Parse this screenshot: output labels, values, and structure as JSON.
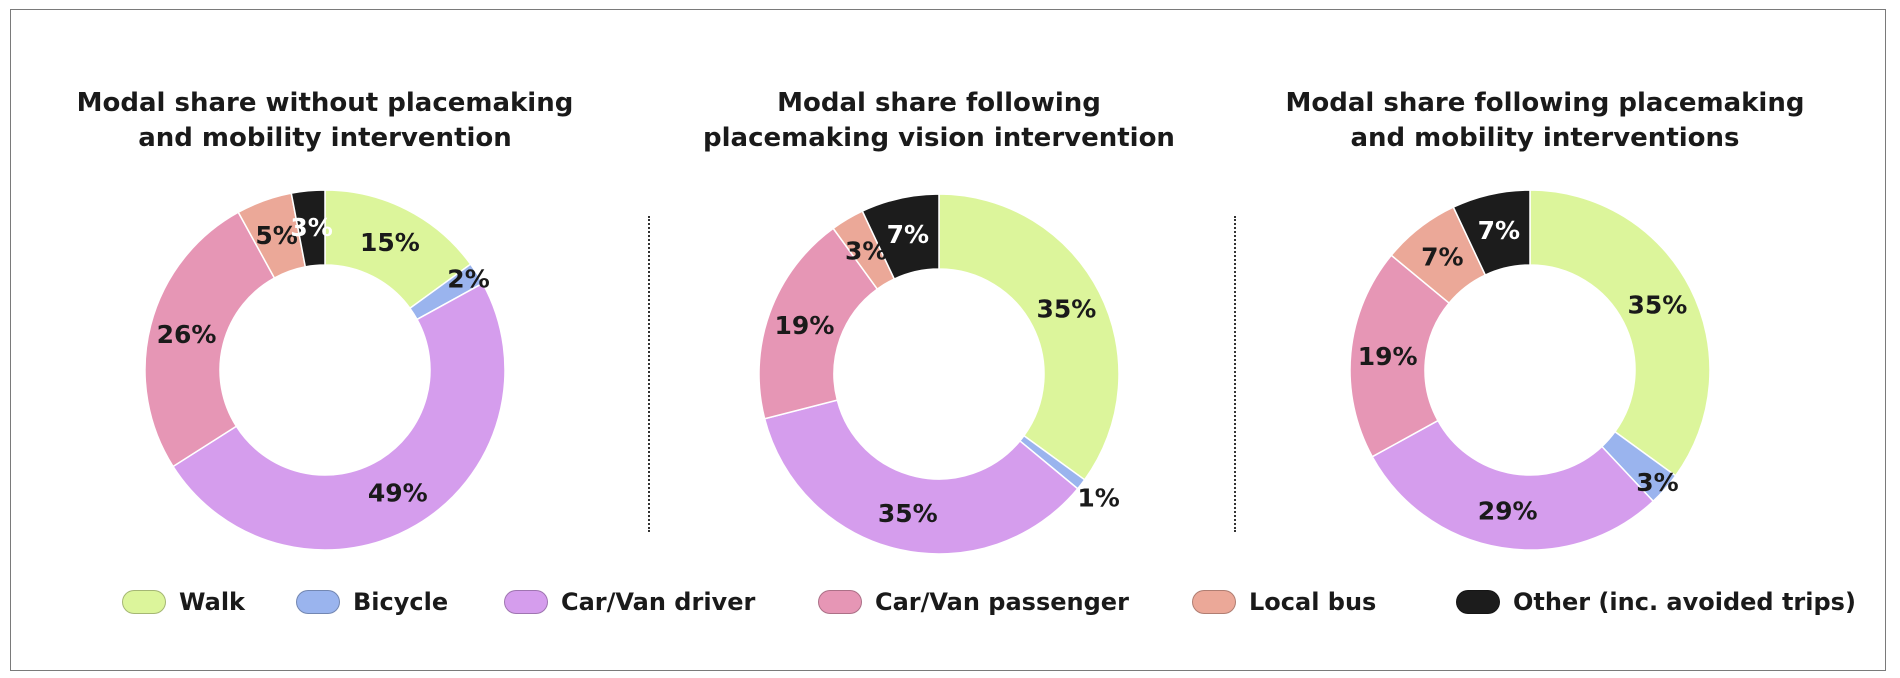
{
  "chart_data": [
    {
      "type": "pie",
      "title_lines": [
        "Modal share without placemaking",
        "and mobility intervention"
      ],
      "slices": [
        {
          "category": "Walk",
          "value": 15,
          "label": "15%"
        },
        {
          "category": "Bicycle",
          "value": 2,
          "label": "2%"
        },
        {
          "category": "Car/Van driver",
          "value": 49,
          "label": "49%"
        },
        {
          "category": "Car/Van passenger",
          "value": 26,
          "label": "26%"
        },
        {
          "category": "Local bus",
          "value": 5,
          "label": "5%"
        },
        {
          "category": "Other (inc. avoided trips)",
          "value": 3,
          "label": "3%"
        }
      ]
    },
    {
      "type": "pie",
      "title_lines": [
        "Modal share following",
        "placemaking vision intervention"
      ],
      "slices": [
        {
          "category": "Walk",
          "value": 35,
          "label": "35%"
        },
        {
          "category": "Bicycle",
          "value": 1,
          "label": "1%"
        },
        {
          "category": "Car/Van driver",
          "value": 35,
          "label": "35%"
        },
        {
          "category": "Car/Van passenger",
          "value": 19,
          "label": "19%"
        },
        {
          "category": "Local bus",
          "value": 3,
          "label": "3%"
        },
        {
          "category": "Other (inc. avoided trips)",
          "value": 7,
          "label": "7%"
        }
      ]
    },
    {
      "type": "pie",
      "title_lines": [
        "Modal share following placemaking",
        "and mobility interventions"
      ],
      "slices": [
        {
          "category": "Walk",
          "value": 35,
          "label": "35%"
        },
        {
          "category": "Bicycle",
          "value": 3,
          "label": "3%"
        },
        {
          "category": "Car/Van driver",
          "value": 29,
          "label": "29%"
        },
        {
          "category": "Car/Van passenger",
          "value": 19,
          "label": "19%"
        },
        {
          "category": "Local bus",
          "value": 7,
          "label": "7%"
        },
        {
          "category": "Other (inc. avoided trips)",
          "value": 7,
          "label": "7%"
        }
      ]
    }
  ],
  "legend": [
    {
      "label": "Walk",
      "color": "#dcf59b"
    },
    {
      "label": "Bicycle",
      "color": "#9ab4ee"
    },
    {
      "label": "Car/Van driver",
      "color": "#d59ded"
    },
    {
      "label": "Car/Van passenger",
      "color": "#e696b5"
    },
    {
      "label": "Local bus",
      "color": "#eba898"
    },
    {
      "label": "Other (inc. avoided trips)",
      "color": "#1c1c1c"
    }
  ]
}
